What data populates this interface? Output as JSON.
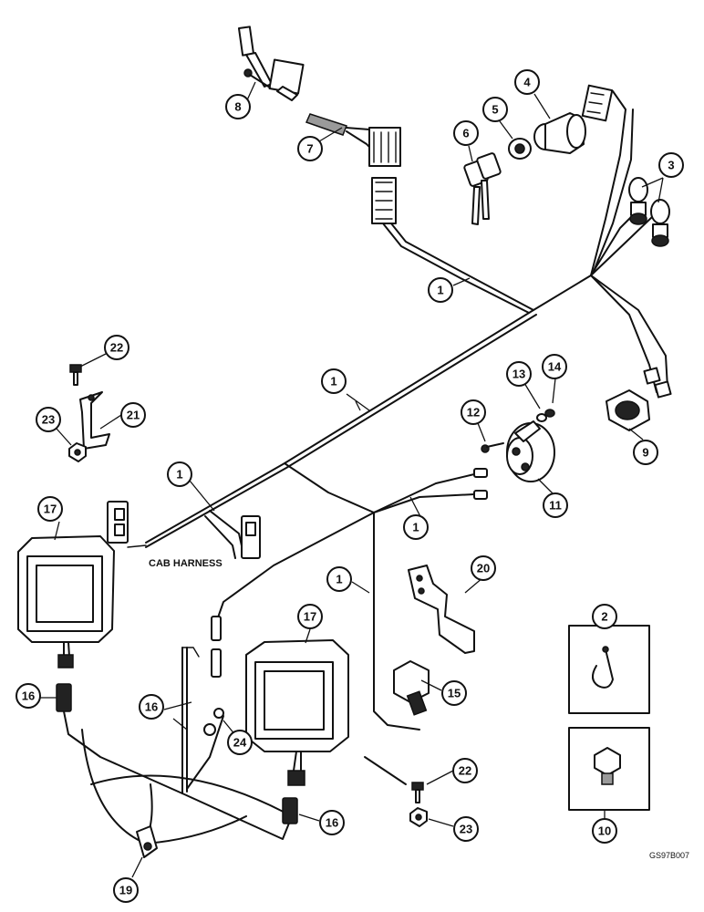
{
  "harness_label": "CAB HARNESS",
  "figure_id": "GS97B007",
  "callouts": {
    "c1a": "1",
    "c1b": "1",
    "c1c": "1",
    "c1d": "1",
    "c1e": "1",
    "c2": "2",
    "c3": "3",
    "c4": "4",
    "c5": "5",
    "c6": "6",
    "c7": "7",
    "c8": "8",
    "c9": "9",
    "c10": "10",
    "c11": "11",
    "c12": "12",
    "c13": "13",
    "c14": "14",
    "c15": "15",
    "c16a": "16",
    "c16b": "16",
    "c16c": "16",
    "c17a": "17",
    "c17b": "17",
    "c19": "19",
    "c20": "20",
    "c21": "21",
    "c22a": "22",
    "c22b": "22",
    "c23a": "23",
    "c23b": "23",
    "c24": "24"
  }
}
